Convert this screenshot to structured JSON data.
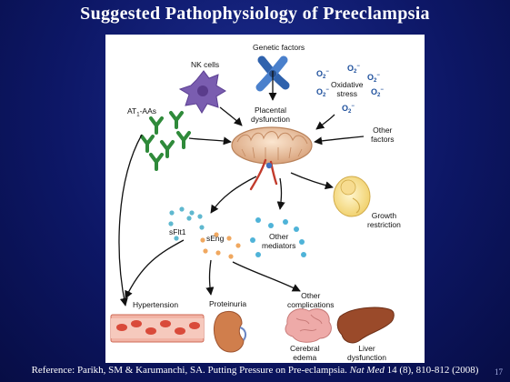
{
  "slide": {
    "title": "Suggested Pathophysiology of Preeclampsia",
    "reference_prefix": "Reference: Parikh, SM & Karumanchi, SA. Putting Pressure on Pre-eclampsia.",
    "reference_journal": "Nat Med",
    "reference_suffix": "14 (8), 810-812 (2008)",
    "page_number": "17"
  },
  "diagram": {
    "genetic_factors": "Genetic factors",
    "nk_cells": "NK cells",
    "oxidative_stress_line1": "Oxidative",
    "oxidative_stress_line2": "stress",
    "o2_symbol": "O",
    "o2_subscript": "2",
    "o2_superscript": "−",
    "at_aas": "AT",
    "at_aas_sub": "1",
    "at_aas_suffix": "-AAs",
    "placental_dysfunction_line1": "Placental",
    "placental_dysfunction_line2": "dysfunction",
    "other_factors_line1": "Other",
    "other_factors_line2": "factors",
    "growth_restriction_line1": "Growth",
    "growth_restriction_line2": "restriction",
    "sflt1": "sFlt1",
    "seng": "sEng",
    "other_mediators_line1": "Other",
    "other_mediators_line2": "mediators",
    "hypertension": "Hypertension",
    "proteinuria": "Proteinuria",
    "other_complications_line1": "Other",
    "other_complications_line2": "complications",
    "cerebral_edema_line1": "Cerebral",
    "cerebral_edema_line2": "edema",
    "liver_dysfunction_line1": "Liver",
    "liver_dysfunction_line2": "dysfunction"
  },
  "colors": {
    "background": "#0d1766",
    "nk_cell": "#7a5db0",
    "chromosome": "#3a6fb8",
    "antibody": "#2f8a3a",
    "placenta": "#e0bfa0",
    "sflt1_dots": "#5fb8cf",
    "seng_dots": "#f0a860",
    "mediator_dots": "#4fb3d8",
    "vessel": "#d94a3a",
    "kidney": "#c97a4a",
    "brain": "#e8a3a3",
    "liver": "#9a4a2a"
  }
}
